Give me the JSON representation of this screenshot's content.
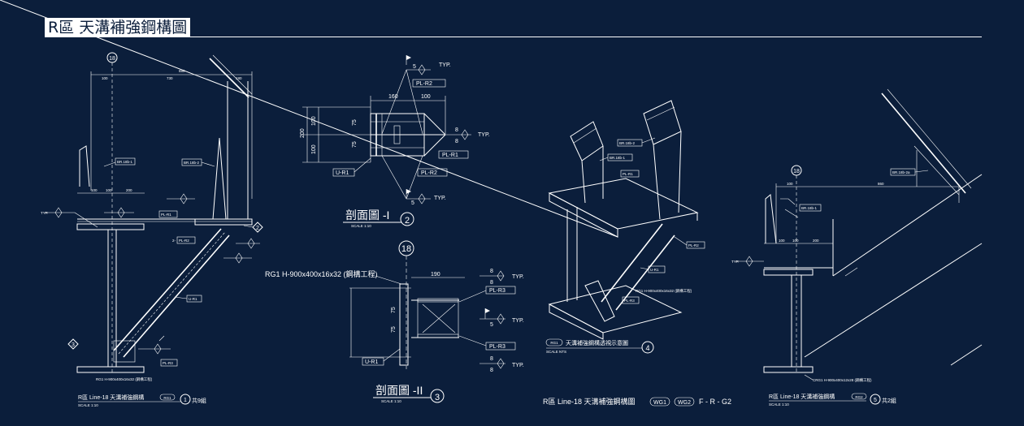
{
  "page": {
    "title": "R區 天溝補強鋼構圖",
    "colors": {
      "background": "#0b1e3b",
      "ink": "#ffffff"
    }
  },
  "left_detail": {
    "grid_number": "18",
    "dims": [
      "100",
      "730",
      "180",
      "880"
    ],
    "labels": {
      "br1": "BR.18b-1",
      "br2": "BR.18b-2",
      "pl_r1": "PL-R1",
      "pl_r2": "PL-R2",
      "u_r1": "U-R1",
      "pl_r3": "PL-R3"
    },
    "section_marks": {
      "two": "2",
      "three": "3"
    },
    "member": "RG1 H-900x400x16x32 (鋼構工程)",
    "caption": {
      "title": "R區 Line-18 天溝補強鋼構",
      "bubble": "RG1",
      "scale": "SCALE 1:10",
      "number": "1",
      "count": "共9組"
    }
  },
  "section_1": {
    "dims": {
      "top_a": "160",
      "top_b": "100",
      "left_total": "200",
      "left_a": "100",
      "left_b": "100",
      "mid_a": "75",
      "mid_b": "75"
    },
    "weld": {
      "size": "5",
      "typ": "TYP.",
      "right_a": "8",
      "right_b": "8"
    },
    "labels": {
      "pl_r2_top": "PL-R2",
      "pl_r1": "PL-R1",
      "pl_r2_bot": "PL-R2",
      "u_r1": "U-R1"
    },
    "caption": {
      "title": "剖面圖 -I",
      "scale": "SCALE 1:10",
      "number": "2"
    }
  },
  "section_2": {
    "grid_number": "18",
    "member": "RG1 H-900x400x16x32 (鋼構工程)",
    "dims": {
      "top": "190",
      "a": "75",
      "b": "75"
    },
    "weld": {
      "a": "8",
      "b": "8",
      "c": "5",
      "d": "8",
      "e": "8",
      "typ": "TYP."
    },
    "labels": {
      "pl_r3_a": "PL-R3",
      "pl_r3_b": "PL-R3",
      "u_r1": "U-R1"
    },
    "caption": {
      "title": "剖面圖 -II",
      "scale": "SCALE 1:10",
      "number": "3"
    }
  },
  "iso_detail": {
    "labels": {
      "br1": "BR.18b-1",
      "br2": "BR.18b-2",
      "pl_r1": "PL-R1",
      "pl_r2": "PL-R2",
      "u_r1": "U-R1",
      "pl_r3": "PL-R3"
    },
    "member": "RG1 H-900x400x16x32 (鋼構工程)",
    "caption": {
      "bubble": "RG1",
      "title": "天溝補強鋼構透視示意圖",
      "scale": "SCALE NTS",
      "number": "4"
    },
    "footer": {
      "title": "R區 Line-18 天溝補強鋼構圖",
      "bubble_a": "WG1",
      "bubble_b": "WG2",
      "suffix": "F - R - G2"
    }
  },
  "right_detail": {
    "grid_number": "18",
    "dims": [
      "100",
      "860",
      "200"
    ],
    "labels": {
      "br1": "BR.18b-1",
      "br2": "BR.18b-2a"
    },
    "member": "CRG1 H-900x400x12x28 (鋼構工程)",
    "caption": {
      "title": "R區 Line-18 天溝補強鋼構",
      "bubble": "RG2",
      "scale": "SCALE 1:10",
      "number": "5",
      "count": "共2組"
    }
  }
}
